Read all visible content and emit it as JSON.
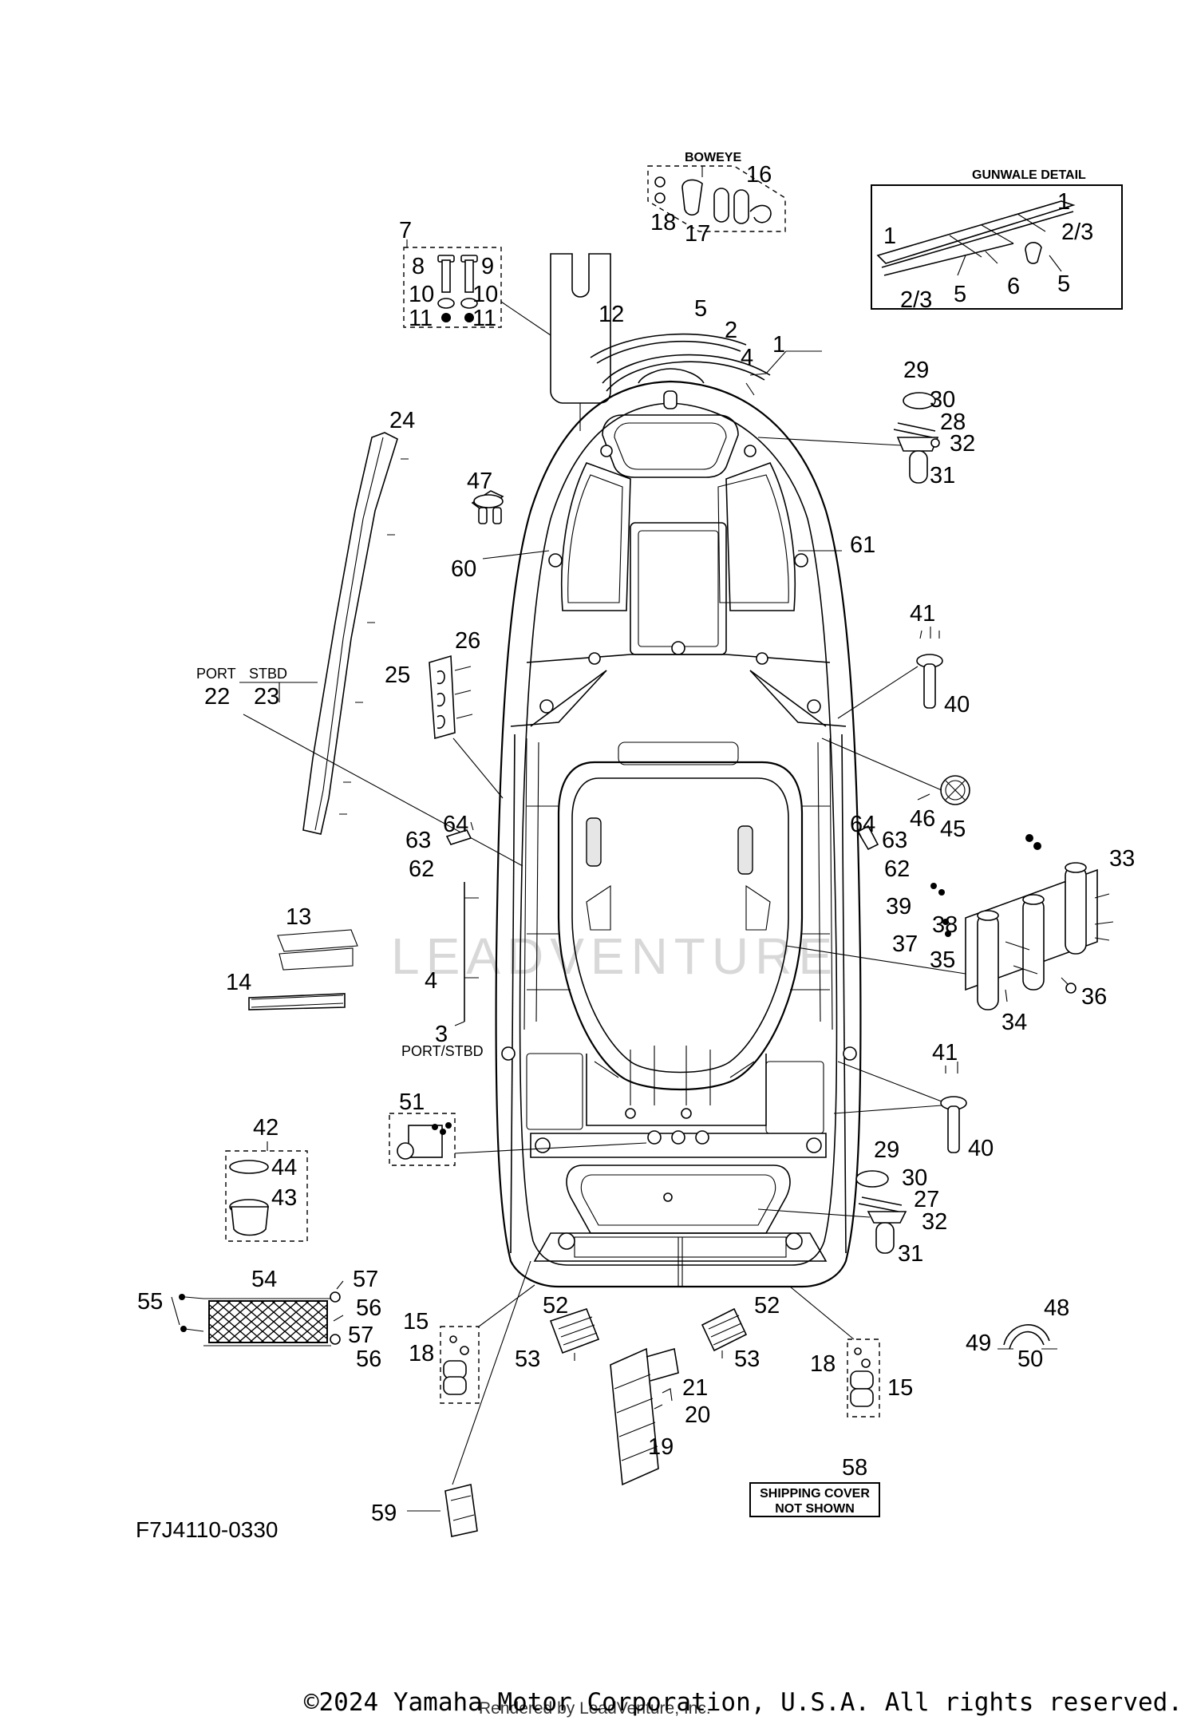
{
  "diagram": {
    "section_labels": {
      "boweye": "BOWEYE",
      "gunwale_detail": "GUNWALE DETAIL",
      "port": "PORT",
      "stbd": "STBD",
      "port_stbd": "PORT/STBD",
      "shipping_cover_line1": "SHIPPING COVER",
      "shipping_cover_line2": "NOT SHOWN"
    },
    "drawing_code": "F7J4110-0330",
    "watermark": "LEADVENTURE",
    "callouts": [
      {
        "id": "c16",
        "text": "16"
      },
      {
        "id": "c18a",
        "text": "18"
      },
      {
        "id": "c17",
        "text": "17"
      },
      {
        "id": "g1a",
        "text": "1"
      },
      {
        "id": "g23a",
        "text": "2/3"
      },
      {
        "id": "g1b",
        "text": "1"
      },
      {
        "id": "g23b",
        "text": "2/3"
      },
      {
        "id": "g5a",
        "text": "5"
      },
      {
        "id": "g6",
        "text": "6"
      },
      {
        "id": "g5b",
        "text": "5"
      },
      {
        "id": "c7",
        "text": "7"
      },
      {
        "id": "c8",
        "text": "8"
      },
      {
        "id": "c9",
        "text": "9"
      },
      {
        "id": "c10a",
        "text": "10"
      },
      {
        "id": "c10b",
        "text": "10"
      },
      {
        "id": "c11a",
        "text": "11"
      },
      {
        "id": "c11b",
        "text": "11"
      },
      {
        "id": "c12",
        "text": "12"
      },
      {
        "id": "c5",
        "text": "5"
      },
      {
        "id": "c2",
        "text": "2"
      },
      {
        "id": "c4a",
        "text": "4"
      },
      {
        "id": "c1",
        "text": "1"
      },
      {
        "id": "c29a",
        "text": "29"
      },
      {
        "id": "c30a",
        "text": "30"
      },
      {
        "id": "c28",
        "text": "28"
      },
      {
        "id": "c32a",
        "text": "32"
      },
      {
        "id": "c31a",
        "text": "31"
      },
      {
        "id": "c24",
        "text": "24"
      },
      {
        "id": "c47",
        "text": "47"
      },
      {
        "id": "c60",
        "text": "60"
      },
      {
        "id": "c61",
        "text": "61"
      },
      {
        "id": "c41a",
        "text": "41"
      },
      {
        "id": "c40a",
        "text": "40"
      },
      {
        "id": "c26",
        "text": "26"
      },
      {
        "id": "c25",
        "text": "25"
      },
      {
        "id": "c22",
        "text": "22"
      },
      {
        "id": "c23",
        "text": "23"
      },
      {
        "id": "c46",
        "text": "46"
      },
      {
        "id": "c45",
        "text": "45"
      },
      {
        "id": "c64a",
        "text": "64"
      },
      {
        "id": "c63a",
        "text": "63"
      },
      {
        "id": "c62a",
        "text": "62"
      },
      {
        "id": "c64b",
        "text": "64"
      },
      {
        "id": "c63b",
        "text": "63"
      },
      {
        "id": "c62b",
        "text": "62"
      },
      {
        "id": "c33",
        "text": "33"
      },
      {
        "id": "c39",
        "text": "39"
      },
      {
        "id": "c38",
        "text": "38"
      },
      {
        "id": "c37",
        "text": "37"
      },
      {
        "id": "c35",
        "text": "35"
      },
      {
        "id": "c36",
        "text": "36"
      },
      {
        "id": "c34",
        "text": "34"
      },
      {
        "id": "c13",
        "text": "13"
      },
      {
        "id": "c14",
        "text": "14"
      },
      {
        "id": "c4b",
        "text": "4"
      },
      {
        "id": "c3",
        "text": "3"
      },
      {
        "id": "c41b",
        "text": "41"
      },
      {
        "id": "c40b",
        "text": "40"
      },
      {
        "id": "c51",
        "text": "51"
      },
      {
        "id": "c42",
        "text": "42"
      },
      {
        "id": "c44",
        "text": "44"
      },
      {
        "id": "c43",
        "text": "43"
      },
      {
        "id": "c29b",
        "text": "29"
      },
      {
        "id": "c30b",
        "text": "30"
      },
      {
        "id": "c27",
        "text": "27"
      },
      {
        "id": "c32b",
        "text": "32"
      },
      {
        "id": "c31b",
        "text": "31"
      },
      {
        "id": "c54",
        "text": "54"
      },
      {
        "id": "c55",
        "text": "55"
      },
      {
        "id": "c57a",
        "text": "57"
      },
      {
        "id": "c56a",
        "text": "56"
      },
      {
        "id": "c57b",
        "text": "57"
      },
      {
        "id": "c56b",
        "text": "56"
      },
      {
        "id": "c52a",
        "text": "52"
      },
      {
        "id": "c52b",
        "text": "52"
      },
      {
        "id": "c53a",
        "text": "53"
      },
      {
        "id": "c53b",
        "text": "53"
      },
      {
        "id": "c15a",
        "text": "15"
      },
      {
        "id": "c18b",
        "text": "18"
      },
      {
        "id": "c18c",
        "text": "18"
      },
      {
        "id": "c15b",
        "text": "15"
      },
      {
        "id": "c48",
        "text": "48"
      },
      {
        "id": "c49",
        "text": "49"
      },
      {
        "id": "c50",
        "text": "50"
      },
      {
        "id": "c21",
        "text": "21"
      },
      {
        "id": "c20",
        "text": "20"
      },
      {
        "id": "c19",
        "text": "19"
      },
      {
        "id": "c58",
        "text": "58"
      },
      {
        "id": "c59",
        "text": "59"
      }
    ]
  },
  "footer": {
    "copyright": "©2024 Yamaha Motor Corporation, U.S.A. All rights reserved.",
    "rendered_by": "Rendered by LeadVenture, Inc."
  }
}
